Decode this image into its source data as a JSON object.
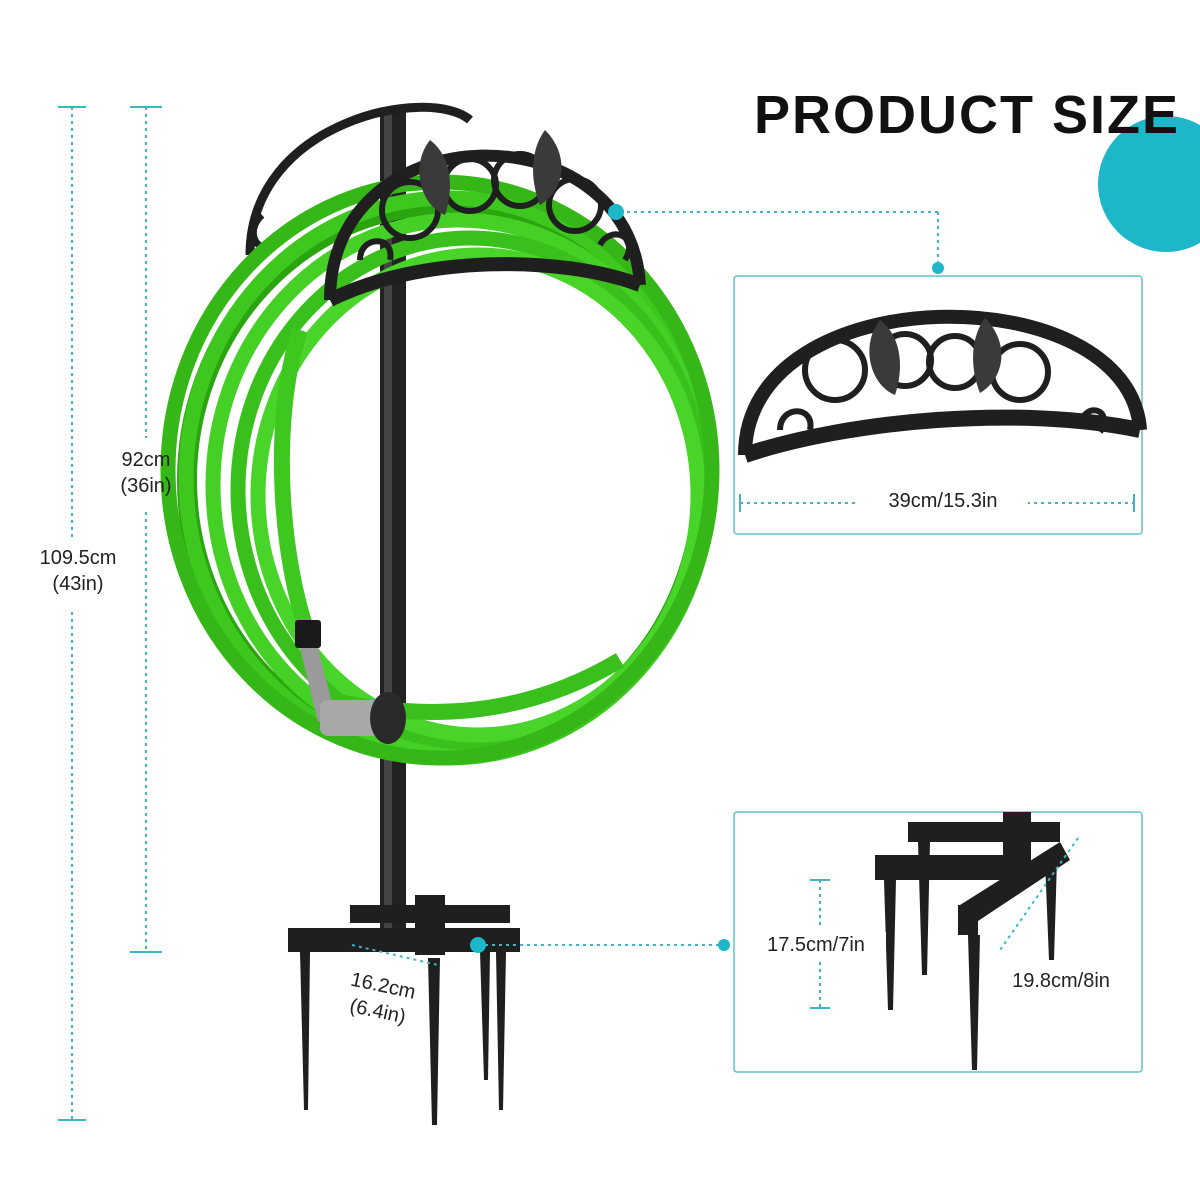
{
  "title": "PRODUCT SIZE",
  "colors": {
    "accent": "#1eb7c9",
    "hose_green": "#3ec81f",
    "metal": "#1f1f1f",
    "guide_line": "#3fb6c4"
  },
  "dimensions": {
    "total_height": {
      "metric": "109.5cm",
      "imperial": "(43in)"
    },
    "hanger_height": {
      "metric": "92cm",
      "imperial": "(36in)"
    },
    "base_width": {
      "metric": "16.2cm",
      "imperial": "(6.4in)"
    },
    "hanger_width": "39cm/15.3in",
    "spike_height": "17.5cm/7in",
    "base_depth": "19.8cm/8in"
  },
  "insets": [
    {
      "name": "hanger-detail",
      "label_key": "hanger_width"
    },
    {
      "name": "base-detail",
      "label_key": "base_depth"
    }
  ]
}
